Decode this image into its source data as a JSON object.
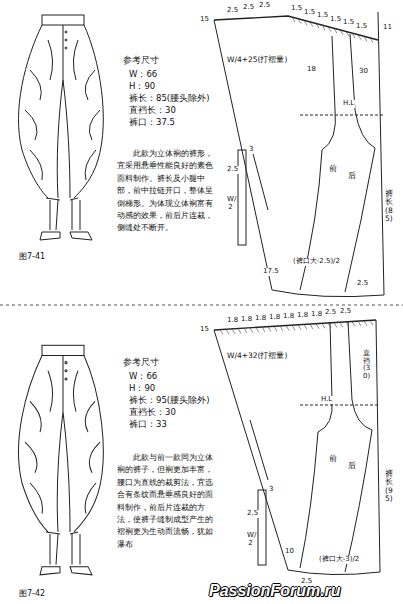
{
  "diagram": {
    "labels": [
      "参考尺寸",
      "W：66",
      "H：90",
      "裤长：85(腰头除外)",
      "直裆长：30",
      "裤口：37.5",
      "此款为立体裥的裤形，宜采用悬垂性能良好的素色面料制作。裤长及小腿中部，前中拉链开口，整体呈倒梯形。为体现立体裥富有动感的效果，前后片连裁，侧缝处不断开。",
      "图7-41",
      "15",
      "2.5",
      "2.5",
      "2.5",
      "1.5",
      "1.5",
      "1.5",
      "1.5",
      "1.5",
      "1.5",
      "11",
      "W/4+25(打褶量)",
      "18",
      "30",
      "H.L",
      "前",
      "后",
      "裤长(85)",
      "(裤口大-2.5)/2",
      "17.5",
      "2.5",
      "3",
      "2.5",
      "W/2",
      "参考尺寸",
      "W：66",
      "H：90",
      "裤长：95(腰头除外)",
      "直裆长：30",
      "裤口：33",
      "此款与前一款同为立体裥的裤子，但裥更加丰富，腰口为直线的裁剪法，宜选合有条纹而悬垂感良好的面料制作，前后片连裁的方法，使裤子缝制成型产生的褶裥更为生动而流畅，犹如瀑布",
      "图7-42",
      "15",
      "1.8",
      "1.8",
      "1.8",
      "1.8",
      "1.8",
      "1.8",
      "1.8",
      "2.5",
      "2.5",
      "W/4+32(打褶量)",
      "H.L",
      "直裆(30)",
      "前",
      "后",
      "裤长(95)",
      "10",
      "(裤口大-3)/2",
      "2.5",
      "3",
      "2.5",
      "W/2",
      "PassionForum.ru"
    ]
  }
}
